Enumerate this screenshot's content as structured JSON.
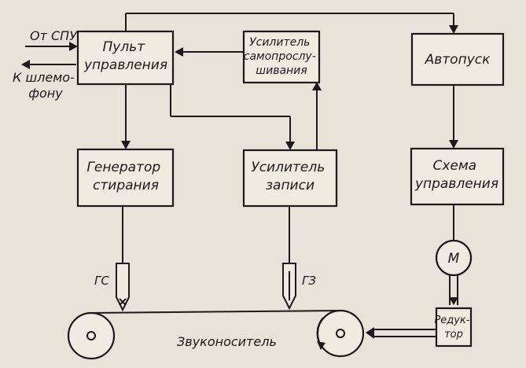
{
  "blocks": {
    "control_panel": [
      "Пульт",
      "управления"
    ],
    "self_monitor_amp": [
      "Усилитель",
      "самопрослу-",
      "шивания"
    ],
    "autostart": [
      "Автопуск"
    ],
    "erase_generator": [
      "Генератор",
      "стирания"
    ],
    "record_amp": [
      "Усилитель",
      "записи"
    ],
    "control_circuit": [
      "Схема",
      "управления"
    ],
    "motor": "M",
    "reducer": [
      "Редук-",
      "тор"
    ]
  },
  "labels": {
    "from_spu": "От СПУ",
    "to_headset": [
      "К шлемо-",
      "фону"
    ],
    "erase_head": "ГС",
    "record_head": "ГЗ",
    "medium": "Звуконоситель"
  },
  "colors": {
    "ink": "#1a1a1a",
    "paper": "#e6e3db",
    "box_fill": "#eeebe3"
  }
}
